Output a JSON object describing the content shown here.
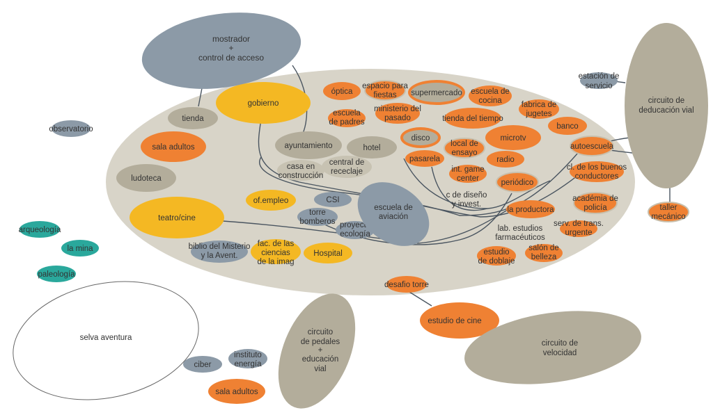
{
  "colors": {
    "background_zone": "#d8d4c8",
    "gray_blue": "#8c9aa7",
    "khaki": "#b3ad9b",
    "orange": "#ef8133",
    "orange_ring": "#e87a2c",
    "yellow": "#f4b823",
    "teal": "#2aa89c",
    "connector": "#4a5560",
    "text": "#333333"
  },
  "nodes": {
    "mostrador": "mostrador + control de acceso",
    "gobierno": "gobierno",
    "tienda": "tienda",
    "observatorio": "observatorio",
    "sala_adultos_1": "sala adultos",
    "ludoteca": "ludoteca",
    "teatro_cine": "teatro/cine",
    "ayuntamiento": "ayuntamiento",
    "hotel": "hotel",
    "casa_construccion": "casa en construcción",
    "central_reciclaje": "central de receclaje",
    "of_empleo": "of.empleo",
    "csi": "CSI",
    "torre_bomberos": "torre bomberos",
    "proyecto_ecologia": "proyecto ecologia",
    "escuela_aviacion": "escuela de aviación",
    "biblio": "biblio del Misterio y la Avent.",
    "fac_ciencias": "fac. de las ciencias de la imag",
    "hospital": "Hospital",
    "optica": "óptica",
    "espacio_fiestas": "espacio para fiestas",
    "supermercado": "supermercado",
    "escuela_cocina": "escuela de cocina",
    "fabrica_juguetes": "fabrica de jugetes",
    "escuela_padres": "escuela de padres",
    "ministerio_pasado": "ministerio del pasado",
    "tienda_tiempo": "tienda del tiempo",
    "disco": "disco",
    "microtv": "microtv",
    "banco": "banco",
    "local_ensayo": "local de ensayo",
    "pasarela": "pasarela",
    "radio": "radio",
    "autoescuela": "autoescuela",
    "int_game_center": "int. game center",
    "cl_buenos_conductores": "cl. de los buenos conductores",
    "periodico": "periódico",
    "c_diseno": "c de diseño y invest.",
    "la_productora": "la productora",
    "academia_policia": "académia de policía",
    "lab_estudios": "lab. estudios farmacéuticos",
    "serv_trans": "serv. de trans. urgente",
    "estudio_doblaje": "estudio de doblaje",
    "salon_belleza": "salón de belleza",
    "desafio_torre": "desafio torre",
    "estudio_cine": "estudio de cine",
    "estacion_servicio": "estación de servicio",
    "circuito_educacion_vial": "circuito de deducación vial",
    "taller_mecanico": "taller mecánico",
    "arqueologia": "arqueología",
    "la_mina": "la mina",
    "paleologia": "paleología",
    "selva_aventura": "selva aventura",
    "circuito_pedales": "circuito de pedales + educación vial",
    "ciber": "ciber",
    "instituto_energia": "instituto energía",
    "sala_adultos_2": "sala adultos",
    "circuito_velocidad": "circuito de velocidad"
  }
}
